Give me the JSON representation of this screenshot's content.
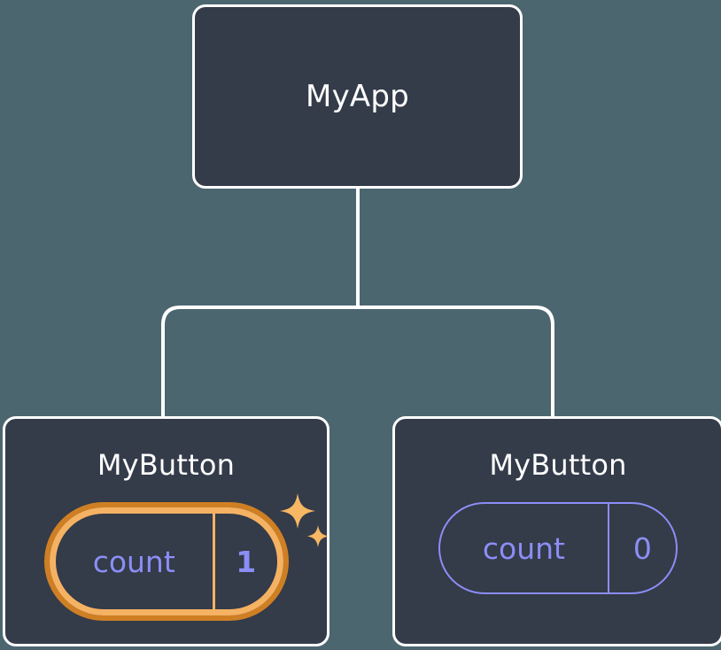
{
  "diagram": {
    "type": "component-tree",
    "background_color": "#4c6670",
    "node_fill": "#343b49",
    "node_border": "#ffffff",
    "connector_color": "#ffffff",
    "accent_periwinkle": "#8b8ef5",
    "accent_orange_outer": "#cf7f23",
    "accent_orange_inner": "#f5b263",
    "root": {
      "title": "MyApp"
    },
    "children": [
      {
        "title": "MyButton",
        "state": {
          "key": "count",
          "value": "1"
        },
        "highlighted": true,
        "sparkle_count": 2
      },
      {
        "title": "MyButton",
        "state": {
          "key": "count",
          "value": "0"
        },
        "highlighted": false,
        "sparkle_count": 0
      }
    ]
  }
}
